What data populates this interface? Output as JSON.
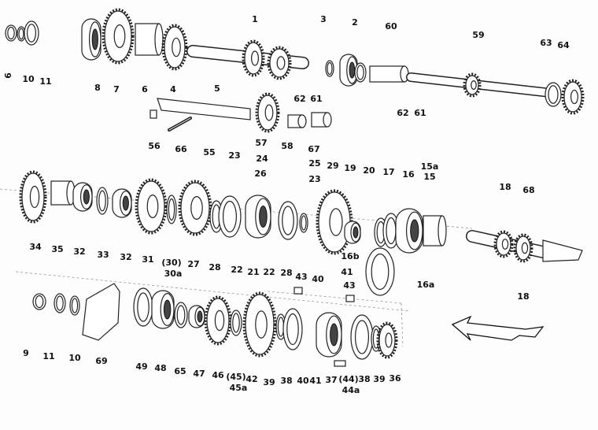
{
  "diagram": {
    "type": "exploded parts diagram - gearbox",
    "labels": [
      "9",
      "10",
      "11",
      "8",
      "7",
      "6",
      "4",
      "5",
      "1",
      "3",
      "2",
      "60",
      "59",
      "63",
      "64",
      "62",
      "61",
      "62",
      "61",
      "56",
      "66",
      "55",
      "57",
      "58",
      "67",
      "23",
      "24",
      "26",
      "25",
      "23",
      "29",
      "19",
      "20",
      "17",
      "16",
      "15a",
      "15",
      "18",
      "68",
      "34",
      "35",
      "32",
      "33",
      "32",
      "31",
      "(30)",
      "30a",
      "27",
      "28",
      "22",
      "21",
      "22",
      "28",
      "16b",
      "16a",
      "18",
      "43",
      "40",
      "41",
      "43",
      "9",
      "11",
      "10",
      "69",
      "49",
      "48",
      "65",
      "47",
      "46",
      "(45)",
      "45a",
      "42",
      "39",
      "38",
      "40",
      "41",
      "37",
      "(44)",
      "44a",
      "38",
      "39",
      "36"
    ]
  }
}
